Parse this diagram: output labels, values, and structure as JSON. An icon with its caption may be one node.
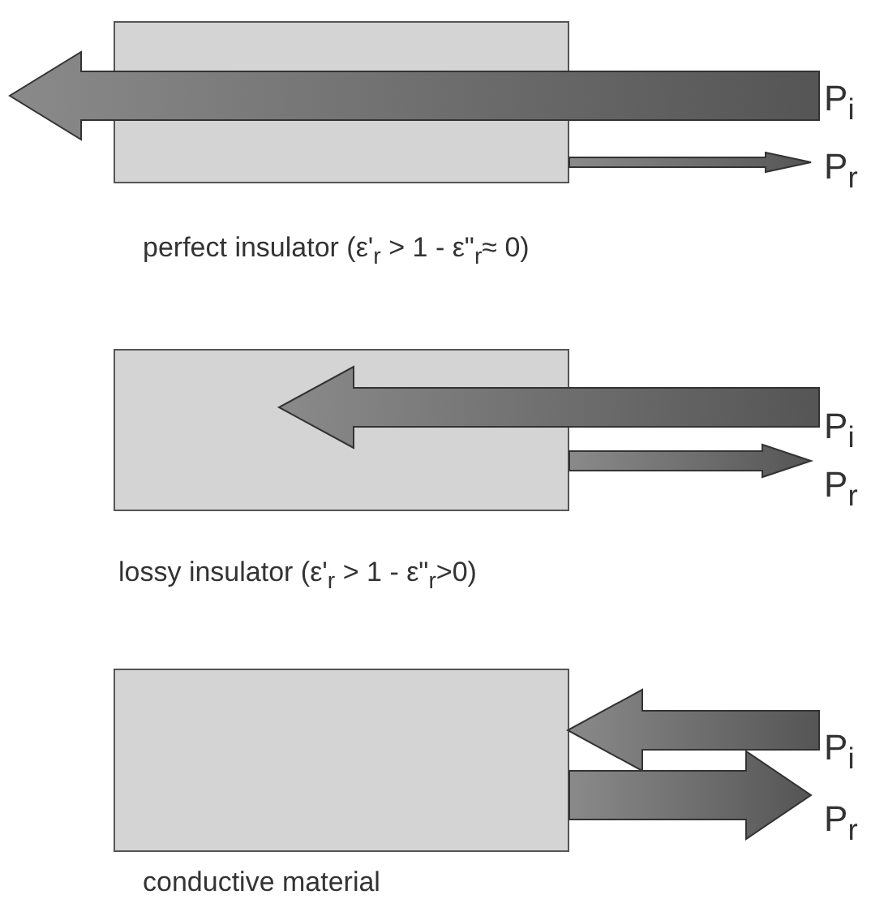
{
  "diagram": {
    "nodes": [
      {
        "text": [],
        "shape": "box",
        "beside": [
          "perfect insulator (ε'$_{r}$ > 1 - ε\"$_{r}$≈ 0)"
        ]
      },
      {
        "text": [],
        "shape": "box",
        "beside": [
          "lossy insulator (ε'$_{r}$ > 1 - ε\"$_{r}$>0)"
        ]
      },
      {
        "text": [],
        "shape": "box",
        "beside": [
          "conductive material"
        ]
      }
    ],
    "labels": [
      "P$_{i}$",
      "P$_{r}$",
      "P$_{i}$",
      "P$_{r}$",
      "P$_{i}$",
      "P$_{r}$"
    ]
  }
}
